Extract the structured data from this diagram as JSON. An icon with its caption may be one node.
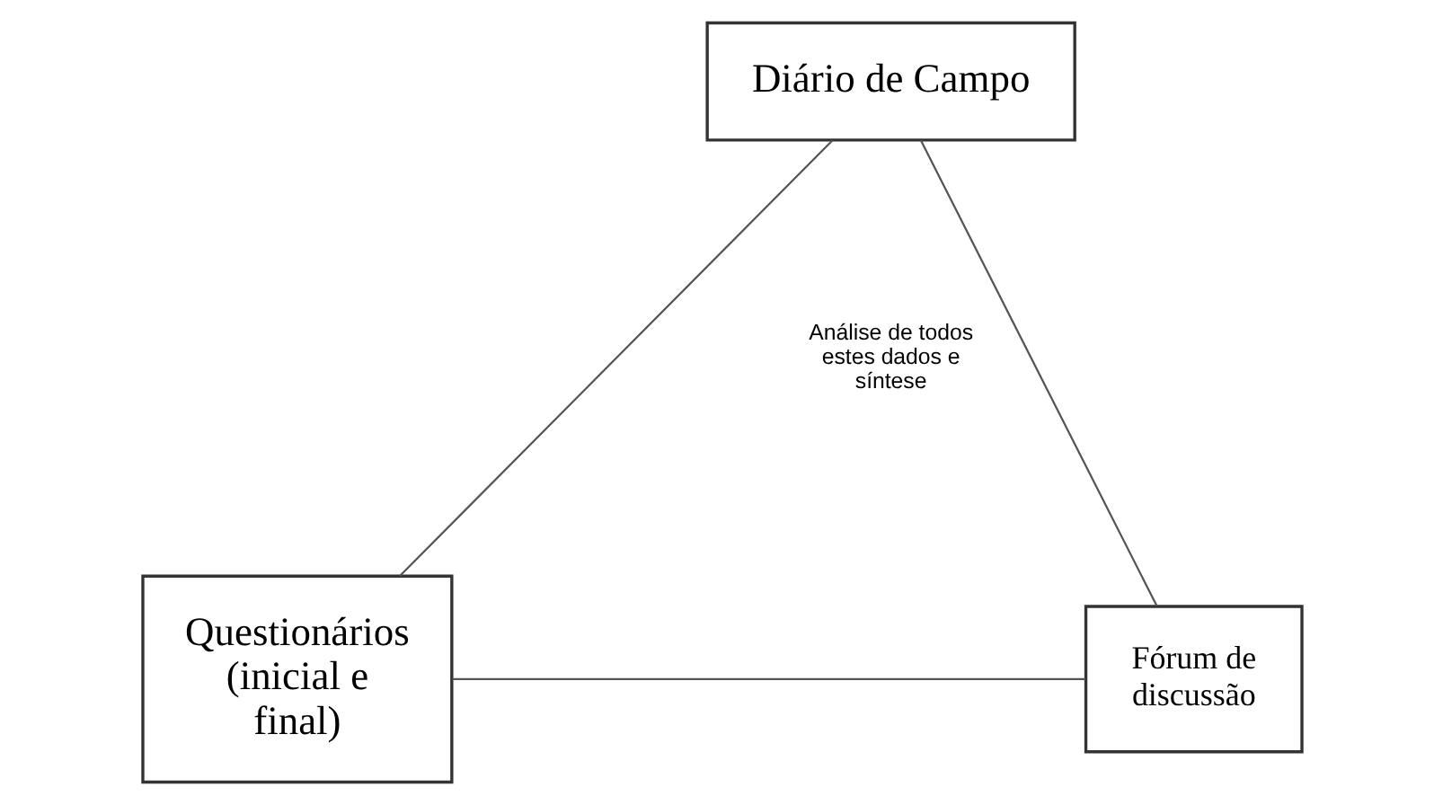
{
  "diagram": {
    "nodes": [
      {
        "text": [
          "Diário de Campo"
        ]
      },
      {
        "text": [
          "Questionários (inicial e final)"
        ]
      },
      {
        "text": [
          "Fórum de discussão"
        ]
      }
    ],
    "edges": [
      {
        "from": 0,
        "to": 1,
        "arrow": "none"
      },
      {
        "from": 0,
        "to": 2,
        "arrow": "none"
      },
      {
        "from": 1,
        "to": 2,
        "arrow": "none"
      }
    ],
    "labels": [
      "Análise de todos estes dados e síntese"
    ]
  }
}
